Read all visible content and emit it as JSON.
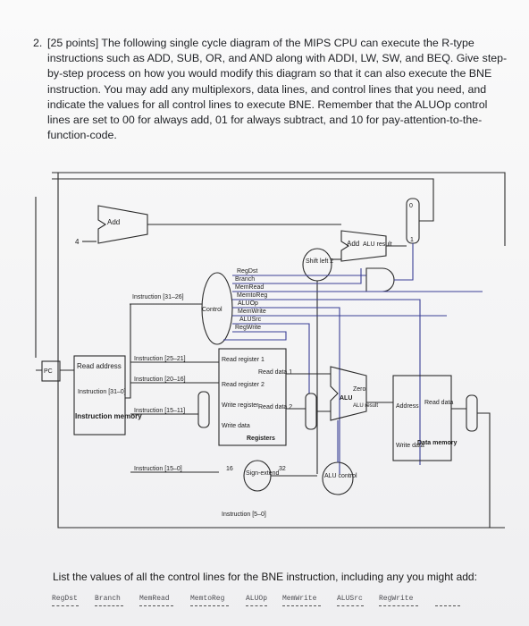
{
  "question": {
    "number": "2.",
    "lines": [
      "[25 points] The following single cycle diagram of the MIPS CPU can execute the R-type",
      "instructions such as ADD, SUB, OR, and AND along with ADDI, LW, SW, and BEQ. Give step-",
      "by-step process on how you would modify this diagram so that it can also execute the BNE",
      "instruction. You may add any multiplexors, data lines, and control lines that you need, and",
      "indicate the values for all control lines to execute BNE. Remember that the ALUOp control",
      "lines are set to 00 for always add, 01 for always subtract, and 10 for pay-attention-to-the-",
      "function-code."
    ]
  },
  "diagram": {
    "add_top": "Add",
    "four": "4",
    "add_alu": "Add",
    "alu_result": "ALU result",
    "shift": "Shift left 2",
    "pc": "PC",
    "read_address": "Read address",
    "instruction_mem": "Instruction [31–0]",
    "instruction_memory": "Instruction memory",
    "control": "Control",
    "instr_31_26": "Instruction [31–26]",
    "instr_25_21": "Instruction [25–21]",
    "instr_20_16": "Instruction [20–16]",
    "instr_15_11": "Instruction [15–11]",
    "instr_15_0": "Instruction [15–0]",
    "instr_5_0": "Instruction [5–0]",
    "signals": [
      "RegDst",
      "Branch",
      "MemRead",
      "MemtoReg",
      "ALUOp",
      "MemWrite",
      "ALUSrc",
      "RegWrite"
    ],
    "read_register_1": "Read register 1",
    "read_register_2": "Read register 2",
    "write_register": "Write register",
    "write_data": "Write data",
    "read_data_1": "Read data 1",
    "read_data_2": "Read data 2",
    "registers": "Registers",
    "sixteen": "16",
    "thirtytwo": "32",
    "sign_extend": "Sign-extend",
    "alu": "ALU",
    "alu_result_main": "ALU result",
    "zero": "Zero",
    "alu_control": "ALU control",
    "address": "Address",
    "read_data": "Read data",
    "write_data_mem": "Write data",
    "data_memory": "Data memory",
    "mux_zero": "0",
    "mux_one": "1"
  },
  "prompt": "List the values of all the control lines for the BNE instruction, including any you might add:",
  "control_line_labels": [
    "RegDst",
    "Branch",
    "MemRead",
    "MemtoReg",
    "ALUOp",
    "MemWrite",
    "ALUSrc",
    "RegWrite"
  ]
}
